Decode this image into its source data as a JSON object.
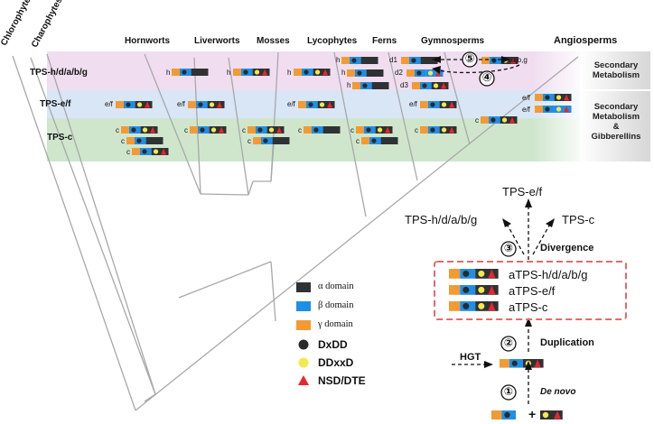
{
  "lineages": {
    "chlorophytes": "Chlorophytes",
    "charophytes": "Charophytes"
  },
  "clades": [
    "Hornworts",
    "Liverworts",
    "Mosses",
    "Lycophytes",
    "Ferns",
    "Gymnosperms",
    "Angiosperms"
  ],
  "subfamilies": {
    "row1": "TPS-h/d/a/b/g",
    "row2": "TPS-e/f",
    "row3": "TPS-c"
  },
  "functions": {
    "row1": [
      "Secondary",
      "Metabolism"
    ],
    "row2": [
      "Secondary",
      "Metabolism",
      "&",
      "Gibberellins"
    ]
  },
  "gene_tags": {
    "h": "h",
    "ef": "e/f",
    "c": "c",
    "d1": "d1",
    "d2": "d2",
    "d3": "d3",
    "abg": "a,b,g"
  },
  "legend": {
    "alpha": "α domain",
    "beta": "β domain",
    "gamma": "γ domain",
    "dxdd": "DxDD",
    "ddxxd": "DDxxD",
    "nsd": "NSD/DTE"
  },
  "evolution": {
    "top": "TPS-e/f",
    "left": "TPS-h/d/a/b/g",
    "right": "TPS-c",
    "box_lines": [
      "aTPS-h/d/a/b/g",
      "aTPS-e/f",
      "aTPS-c"
    ],
    "steps": [
      {
        "num": "③",
        "label": "Divergence"
      },
      {
        "num": "②",
        "label": "Duplication"
      },
      {
        "num": "①",
        "label": "De novo"
      }
    ],
    "hgt": "HGT",
    "plus": "+"
  },
  "arrows": [
    {
      "num": "⑤"
    },
    {
      "num": "④"
    }
  ],
  "colors": {
    "alpha": "#2f3234",
    "beta": "#1f8fe6",
    "gamma": "#f39a33",
    "dxdd": "#2a2a2a",
    "ddxxd": "#f7e84a",
    "nsd": "#e8262b",
    "band_pink": "#f0def0",
    "band_blue": "#d8e6f6",
    "band_green": "#cfe6cd",
    "box_border": "#e46a6a"
  }
}
